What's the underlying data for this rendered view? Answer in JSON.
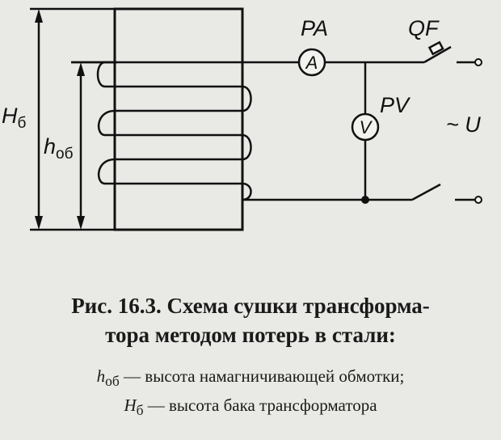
{
  "diagram": {
    "labels": {
      "H_symbol": "H",
      "H_sub": "б",
      "h_symbol": "h",
      "h_sub": "об",
      "ammeter_tag": "PA",
      "ammeter_symbol": "A",
      "voltmeter_tag": "PV",
      "voltmeter_symbol": "V",
      "breaker_tag": "QF",
      "source_label": "~ U"
    }
  },
  "caption": {
    "title_line1": "Рис. 16.3. Схема сушки трансформа-",
    "title_line2": "тора методом потерь в стали:",
    "legend": [
      {
        "symbol": "h",
        "sub": "об",
        "text": " — высота намагничивающей обмотки;"
      },
      {
        "symbol": "H",
        "sub": "б",
        "text": " — высота бака трансформатора"
      }
    ]
  }
}
